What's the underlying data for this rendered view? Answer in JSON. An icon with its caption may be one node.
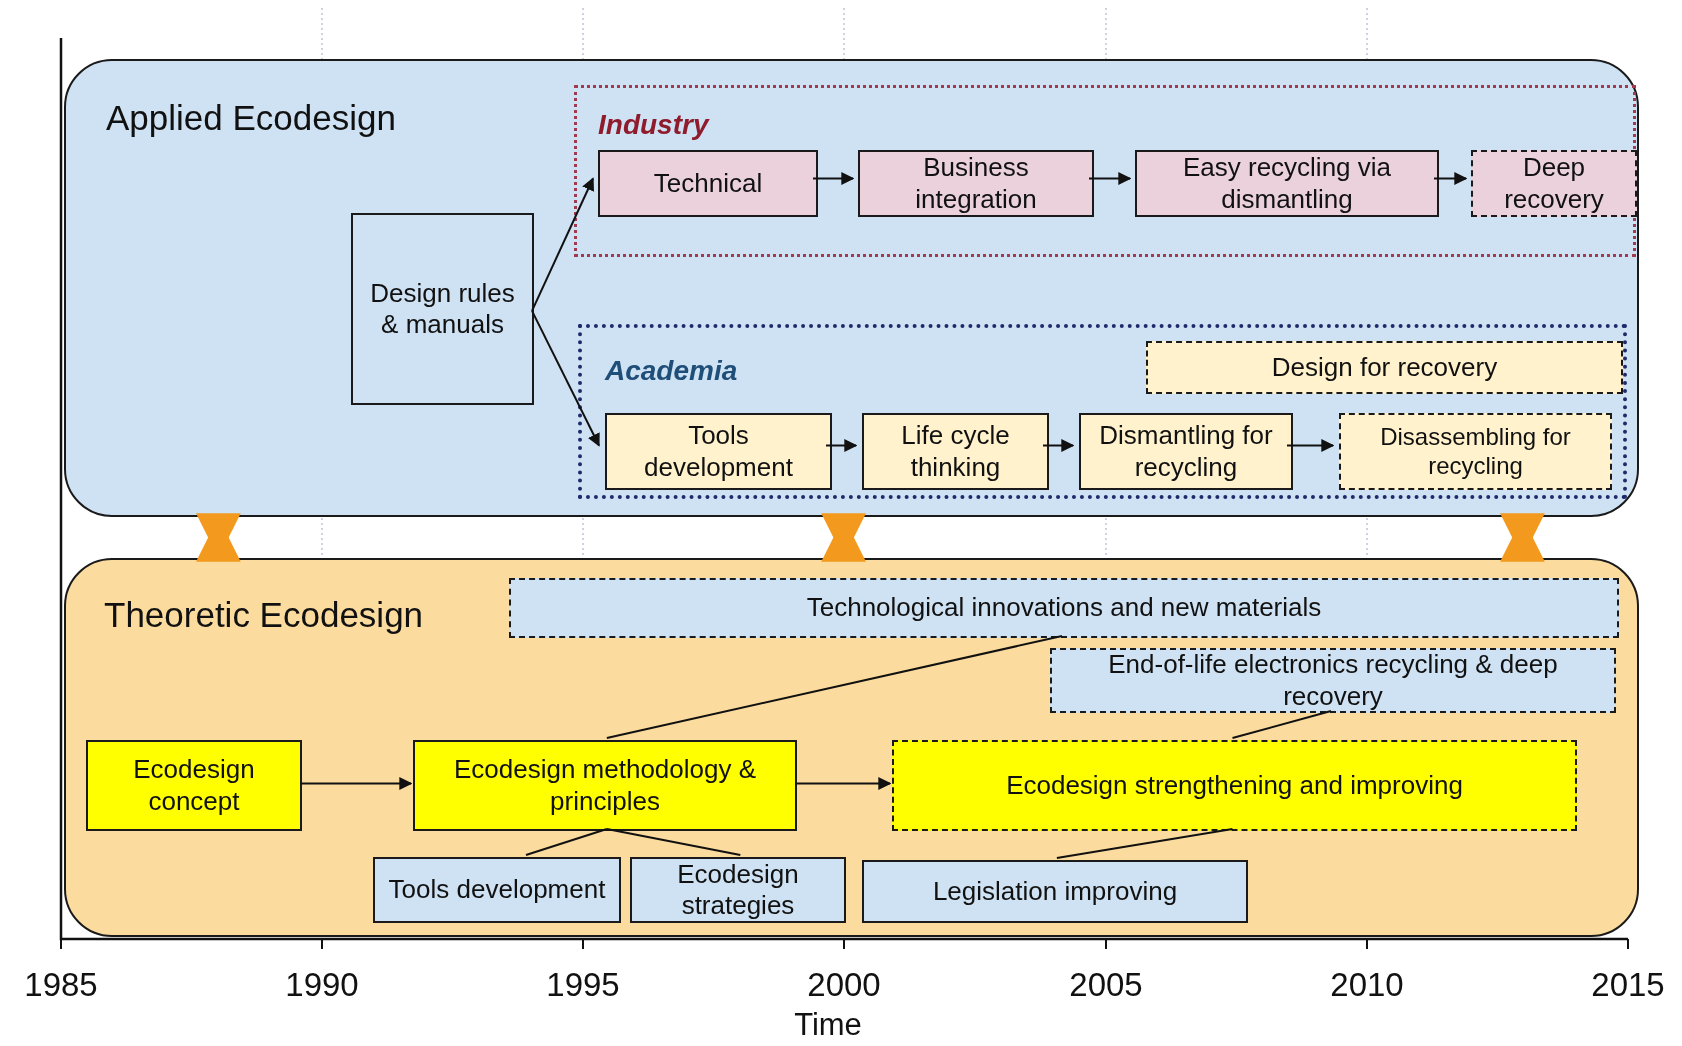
{
  "diagram": {
    "nodes": [
      {
        "text": [
          "Applied Ecodesign"
        ]
      },
      {
        "text": [
          "Industry"
        ],
        "in": 0
      },
      {
        "text": [
          "Technical"
        ],
        "in": 1
      },
      {
        "text": [
          "Business integration"
        ],
        "in": 1
      },
      {
        "text": [
          "Easy recycling via dismantling"
        ],
        "in": 1
      },
      {
        "text": [
          "Deep recovery"
        ],
        "in": 1
      },
      {
        "text": [
          "Design rules & manuals"
        ],
        "in": 0
      },
      {
        "text": [
          "Academia"
        ],
        "in": 0
      },
      {
        "text": [
          "Design for recovery"
        ],
        "in": 7
      },
      {
        "text": [
          "Tools development"
        ],
        "in": 7
      },
      {
        "text": [
          "Life cycle thinking"
        ],
        "in": 7
      },
      {
        "text": [
          "Dismantling for recycling"
        ],
        "in": 7
      },
      {
        "text": [
          "Disassembling for recycling"
        ],
        "in": 7
      },
      {
        "text": [
          "Theoretic Ecodesign"
        ]
      },
      {
        "text": [
          "Technological innovations and new materials"
        ],
        "in": 13
      },
      {
        "text": [
          "End-of-life electronics recycling & deep recovery"
        ],
        "in": 13
      },
      {
        "text": [
          "Ecodesign concept"
        ],
        "in": 13
      },
      {
        "text": [
          "Ecodesign methodology & principles"
        ],
        "in": 13
      },
      {
        "text": [
          "Ecodesign strengthening and improving"
        ],
        "in": 13
      },
      {
        "text": [
          "Tools development"
        ],
        "in": 13
      },
      {
        "text": [
          "Ecodesign strategies"
        ],
        "in": 13
      },
      {
        "text": [
          "Legislation improving"
        ],
        "in": 13
      }
    ],
    "edges": [
      {
        "from": 6,
        "to": 2,
        "arrow": "to"
      },
      {
        "from": 6,
        "to": 9,
        "arrow": "to"
      },
      {
        "from": 2,
        "to": 3,
        "arrow": "to"
      },
      {
        "from": 3,
        "to": 4,
        "arrow": "to"
      },
      {
        "from": 4,
        "to": 5,
        "arrow": "to"
      },
      {
        "from": 9,
        "to": 10,
        "arrow": "to"
      },
      {
        "from": 10,
        "to": 11,
        "arrow": "to"
      },
      {
        "from": 11,
        "to": 12,
        "arrow": "to"
      },
      {
        "from": 16,
        "to": 17,
        "arrow": "to"
      },
      {
        "from": 17,
        "to": 18,
        "arrow": "to"
      },
      {
        "from": 0,
        "to": 13,
        "arrow": "both",
        "style": "thick",
        "color": "#f39a1e"
      },
      {
        "from": 0,
        "to": 13,
        "arrow": "both",
        "style": "thick",
        "color": "#f39a1e"
      },
      {
        "from": 0,
        "to": 13,
        "arrow": "both",
        "style": "thick",
        "color": "#f39a1e"
      },
      {
        "from": 17,
        "to": 14,
        "arrow": "none"
      },
      {
        "from": 17,
        "to": 19,
        "arrow": "none"
      },
      {
        "from": 17,
        "to": 20,
        "arrow": "none"
      },
      {
        "from": 18,
        "to": 15,
        "arrow": "none"
      },
      {
        "from": 18,
        "to": 21,
        "arrow": "none"
      }
    ],
    "labels": [
      "1985",
      "1990",
      "1995",
      "2000",
      "2005",
      "2010",
      "2015",
      "Time"
    ]
  }
}
